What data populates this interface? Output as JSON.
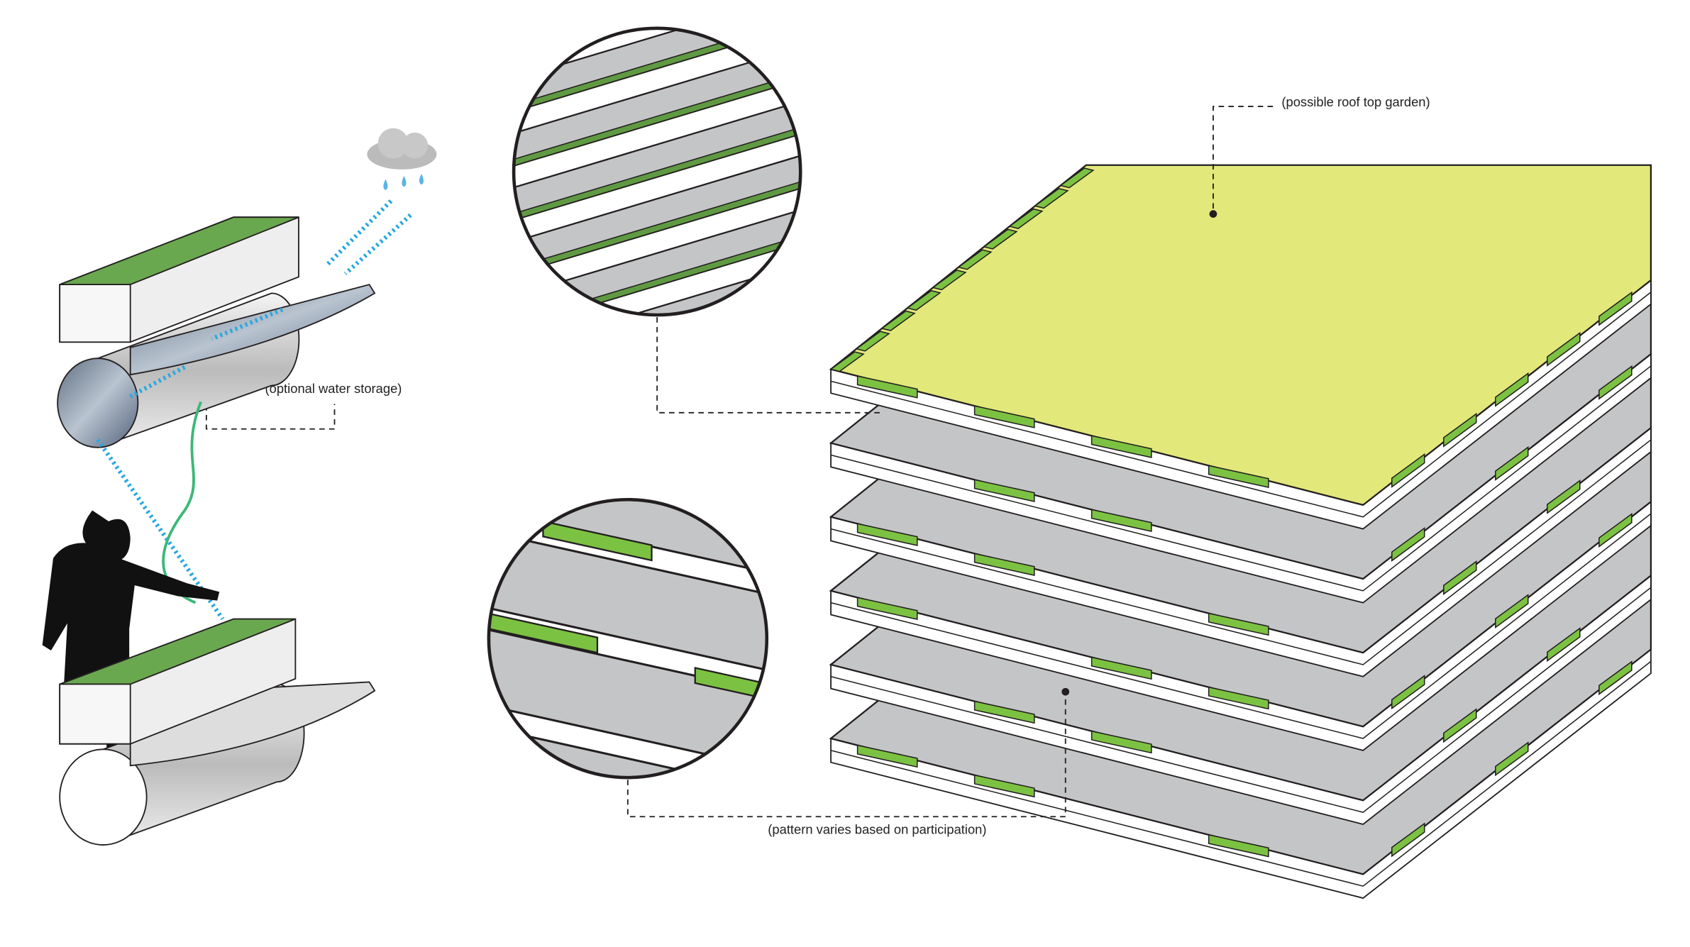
{
  "labels": {
    "roof_garden": "(possible roof top garden)",
    "water_storage": "(optional water storage)",
    "pattern": "(pattern varies based on participation)"
  },
  "colors": {
    "roof": "#e2e87a",
    "planter_green": "#7cc242",
    "slab_gray": "#c4c5c7",
    "water_arrow": "#29a8e0",
    "hose": "#3cb878",
    "ink": "#231f20"
  },
  "layers": 6
}
